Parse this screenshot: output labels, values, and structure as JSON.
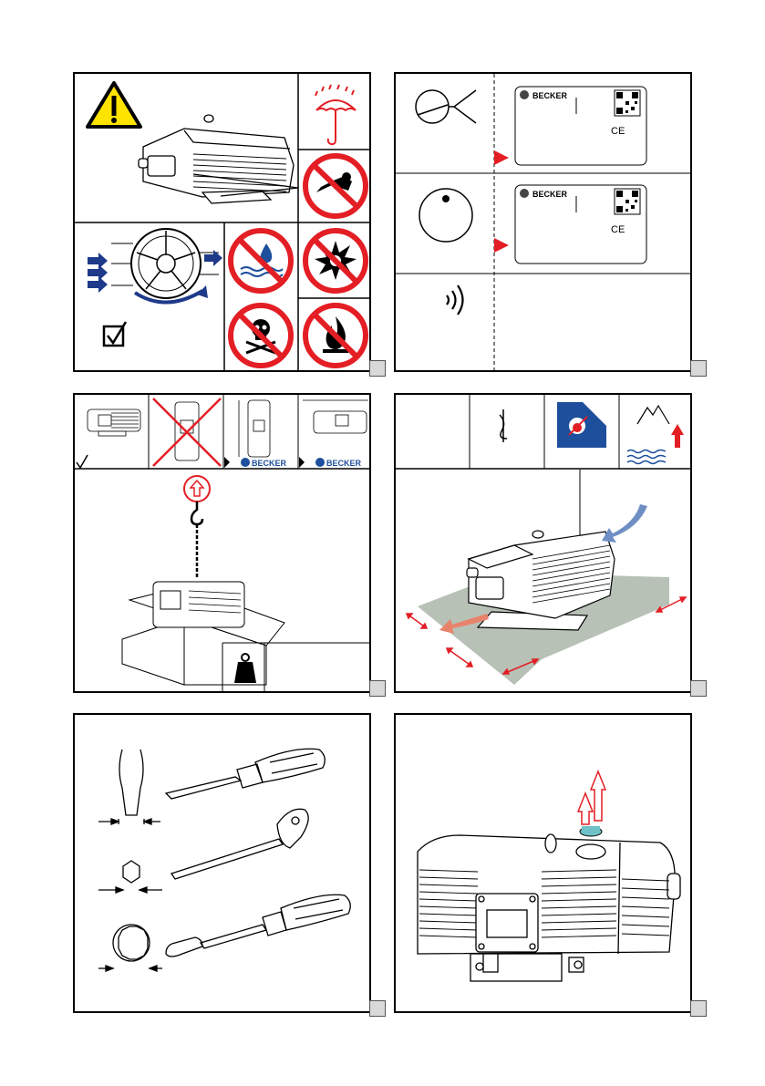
{
  "brand": {
    "logo_text": "BECKER",
    "ce_mark": "CE"
  },
  "colors": {
    "prohibition_red": "#e31e24",
    "arrow_blue": "#1f3a8a",
    "warning_yellow": "#ffe300",
    "ambient_blue": "#1d4f9c",
    "clearance_zone": "#b7c1b6",
    "page_number_box": "#d9d9d9"
  },
  "panels": [
    {
      "id": 1,
      "icons": [
        "warning-triangle-icon",
        "keep-dry-umbrella-icon",
        "no-tampering-icon",
        "rotation-direction-icon",
        "no-liquids-icon",
        "no-explosive-icon",
        "no-toxic-icon",
        "no-flammable-icon",
        "checkbox-icon"
      ]
    },
    {
      "id": 2,
      "icons": [
        "vacuum-pump-symbol-icon",
        "pressure-gauge-symbol-icon",
        "noise-symbol-icon",
        "nameplate-pointer-icon"
      ]
    },
    {
      "id": 3,
      "icons": [
        "horizontal-mount-icon",
        "upright-mount-icon",
        "vertical-mount-icon",
        "overhead-mount-icon",
        "lifting-hook-icon",
        "weight-icon"
      ]
    },
    {
      "id": 4,
      "icons": [
        "temperature-icon",
        "ambient-climate-icon",
        "altitude-icon",
        "clearance-arrows-icon"
      ]
    },
    {
      "id": 5,
      "icons": [
        "flat-screwdriver-icon",
        "t-key-icon",
        "socket-wrench-icon"
      ]
    },
    {
      "id": 6,
      "icons": [
        "transport-plug-removal-icon"
      ]
    }
  ]
}
